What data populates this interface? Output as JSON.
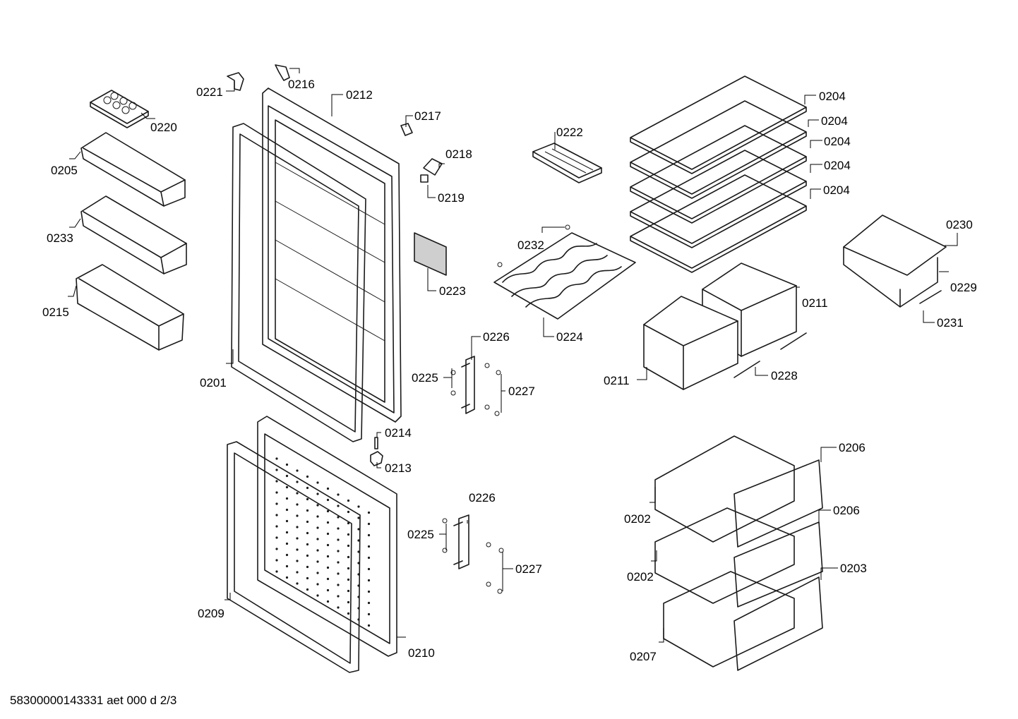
{
  "footer_text": "58300000143331 aet 000 d 2/3",
  "callouts": [
    {
      "key": "0221",
      "text": "0221"
    },
    {
      "key": "0216",
      "text": "0216"
    },
    {
      "key": "0212",
      "text": "0212"
    },
    {
      "key": "0220",
      "text": "0220"
    },
    {
      "key": "0217",
      "text": "0217"
    },
    {
      "key": "0218",
      "text": "0218"
    },
    {
      "key": "0219",
      "text": "0219"
    },
    {
      "key": "0205",
      "text": "0205"
    },
    {
      "key": "0233",
      "text": "0233"
    },
    {
      "key": "0215",
      "text": "0215"
    },
    {
      "key": "0223",
      "text": "0223"
    },
    {
      "key": "0201",
      "text": "0201"
    },
    {
      "key": "0222",
      "text": "0222"
    },
    {
      "key": "0232",
      "text": "0232"
    },
    {
      "key": "0224",
      "text": "0224"
    },
    {
      "key": "0204a",
      "text": "0204"
    },
    {
      "key": "0204b",
      "text": "0204"
    },
    {
      "key": "0204c",
      "text": "0204"
    },
    {
      "key": "0204d",
      "text": "0204"
    },
    {
      "key": "0204e",
      "text": "0204"
    },
    {
      "key": "0230",
      "text": "0230"
    },
    {
      "key": "0229",
      "text": "0229"
    },
    {
      "key": "0231",
      "text": "0231"
    },
    {
      "key": "0211a",
      "text": "0211"
    },
    {
      "key": "0211b",
      "text": "0211"
    },
    {
      "key": "0228",
      "text": "0228"
    },
    {
      "key": "0226a",
      "text": "0226"
    },
    {
      "key": "0225a",
      "text": "0225"
    },
    {
      "key": "0227a",
      "text": "0227"
    },
    {
      "key": "0214",
      "text": "0214"
    },
    {
      "key": "0213",
      "text": "0213"
    },
    {
      "key": "0226b",
      "text": "0226"
    },
    {
      "key": "0225b",
      "text": "0225"
    },
    {
      "key": "0227b",
      "text": "0227"
    },
    {
      "key": "0209",
      "text": "0209"
    },
    {
      "key": "0210",
      "text": "0210"
    },
    {
      "key": "0206a",
      "text": "0206"
    },
    {
      "key": "0206b",
      "text": "0206"
    },
    {
      "key": "0202a",
      "text": "0202"
    },
    {
      "key": "0202b",
      "text": "0202"
    },
    {
      "key": "0203",
      "text": "0203"
    },
    {
      "key": "0207",
      "text": "0207"
    }
  ]
}
